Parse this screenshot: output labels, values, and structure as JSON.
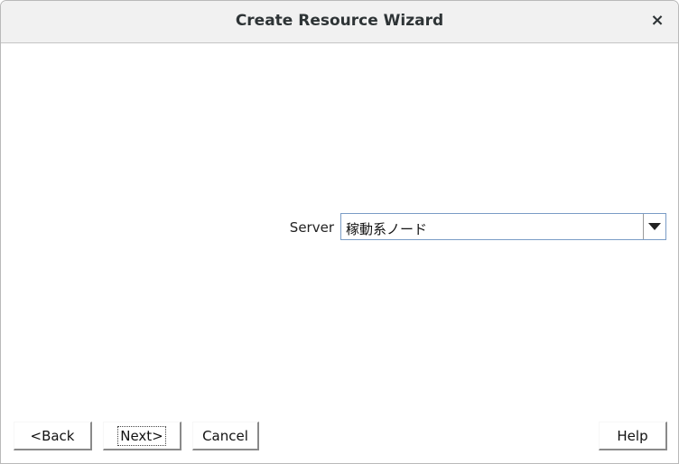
{
  "dialog": {
    "title": "Create Resource Wizard",
    "close_label": "×"
  },
  "form": {
    "server_label": "Server",
    "server_value": "稼動系ノード"
  },
  "buttons": {
    "back": "<Back",
    "next": "Next>",
    "cancel": "Cancel",
    "help": "Help"
  },
  "icons": {
    "combo_arrow": "chevron-down-icon",
    "close": "close-icon"
  }
}
